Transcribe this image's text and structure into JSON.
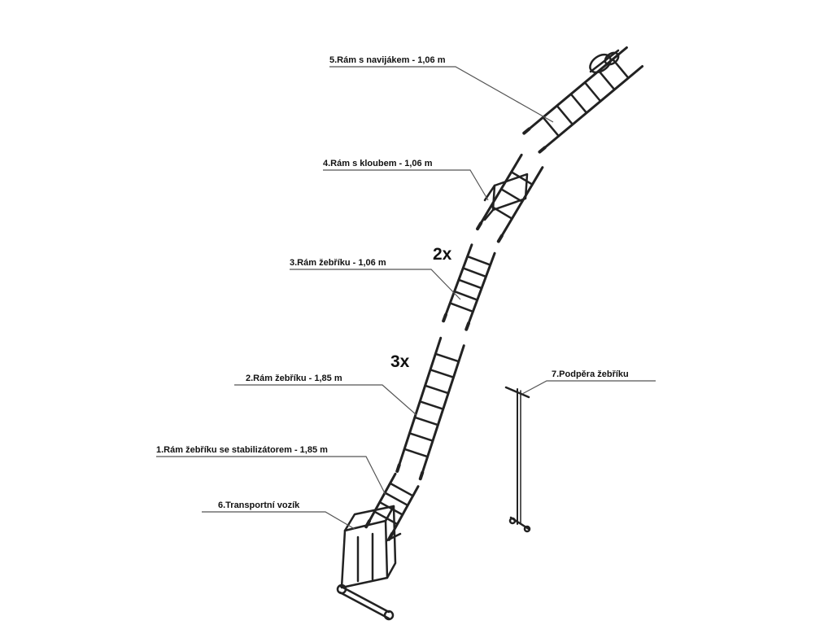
{
  "parts": [
    {
      "id": "p5",
      "label": "5.Rám s navijákem - 1,06 m"
    },
    {
      "id": "p4",
      "label": "4.Rám s kloubem - 1,06 m"
    },
    {
      "id": "p3",
      "label": "3.Rám žebříku - 1,06 m",
      "multiplier": "2x"
    },
    {
      "id": "p2",
      "label": "2.Rám žebříku - 1,85 m",
      "multiplier": "3x"
    },
    {
      "id": "p1",
      "label": "1.Rám žebříku se stabilizátorem - 1,85 m"
    },
    {
      "id": "p6",
      "label": "6.Transportní vozík"
    },
    {
      "id": "p7",
      "label": "7.Podpěra žebříku"
    }
  ],
  "colors": {
    "line": "#222222",
    "leader": "#555555",
    "background": "#ffffff"
  }
}
